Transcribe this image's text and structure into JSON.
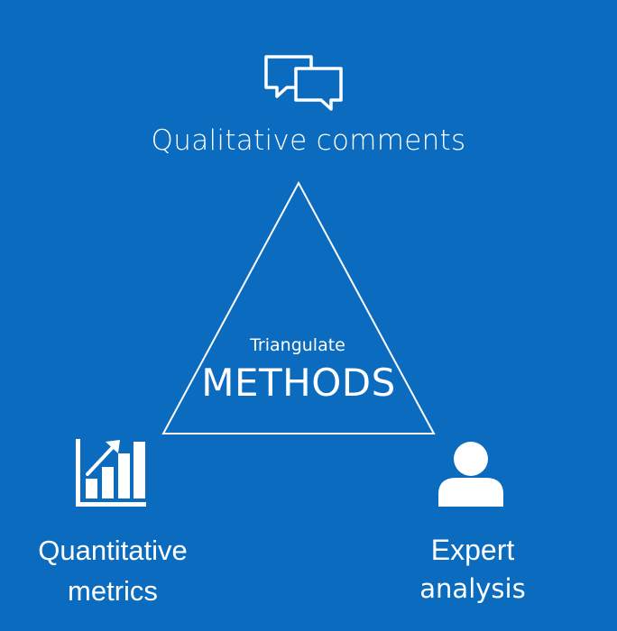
{
  "background_color": "#0a6bbf",
  "foreground_color": "#ffffff",
  "top": {
    "icon": "speech-bubbles-icon",
    "label": "Qualitative comments"
  },
  "center": {
    "small": "Triangulate",
    "big": "METHODS"
  },
  "left": {
    "icon": "bar-chart-trend-icon",
    "line1": "Quantitative",
    "line2": "metrics"
  },
  "right": {
    "icon": "person-icon",
    "line1": "Expert",
    "line2": "analysis"
  }
}
